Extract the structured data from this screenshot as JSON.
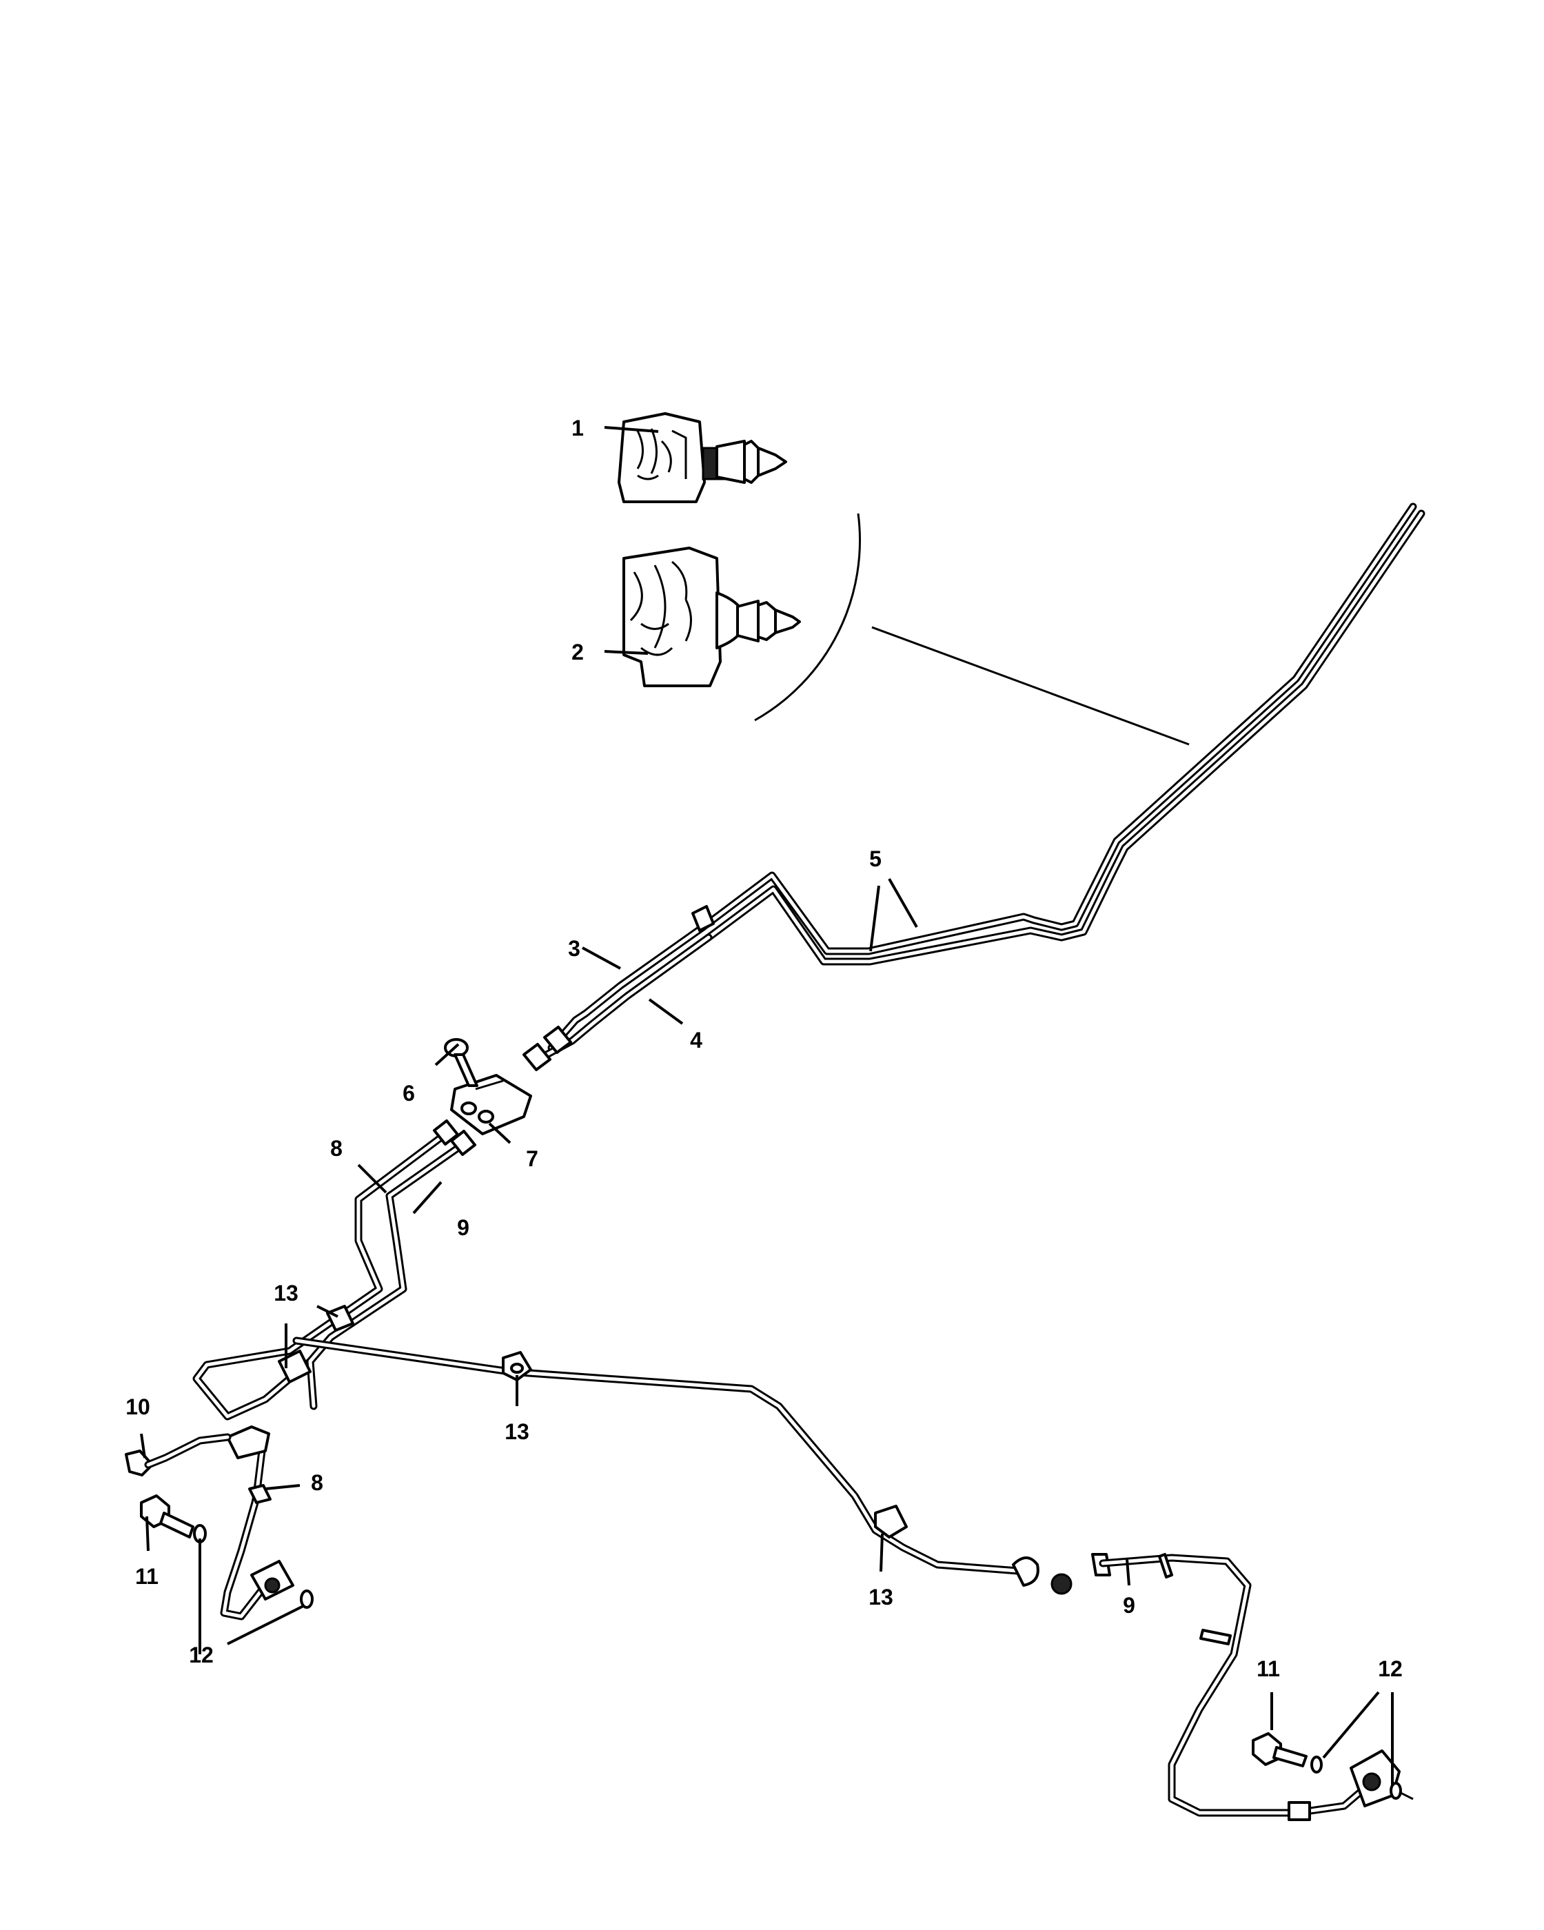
{
  "callouts": [
    {
      "id": "c1",
      "label": "1"
    },
    {
      "id": "c2",
      "label": "2"
    },
    {
      "id": "c3",
      "label": "3"
    },
    {
      "id": "c4",
      "label": "4"
    },
    {
      "id": "c5",
      "label": "5"
    },
    {
      "id": "c6",
      "label": "6"
    },
    {
      "id": "c7",
      "label": "7"
    },
    {
      "id": "c8a",
      "label": "8"
    },
    {
      "id": "c8b",
      "label": "8"
    },
    {
      "id": "c9a",
      "label": "9"
    },
    {
      "id": "c9b",
      "label": "9"
    },
    {
      "id": "c10",
      "label": "10"
    },
    {
      "id": "c11a",
      "label": "11"
    },
    {
      "id": "c11b",
      "label": "11"
    },
    {
      "id": "c12a",
      "label": "12"
    },
    {
      "id": "c12b",
      "label": "12"
    },
    {
      "id": "c13a",
      "label": "13"
    },
    {
      "id": "c13b",
      "label": "13"
    },
    {
      "id": "c13c",
      "label": "13"
    }
  ]
}
